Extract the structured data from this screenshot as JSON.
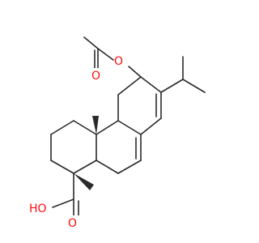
{
  "molecule": {
    "atoms": [
      {
        "id": "O_ester",
        "text": "O",
        "color": "#ff0d0d"
      },
      {
        "id": "O_acyl_carbonyl",
        "text": "O",
        "color": "#ff0d0d"
      },
      {
        "id": "O_acid_carbonyl",
        "text": "O",
        "color": "#ff0d0d"
      },
      {
        "id": "O_hydroxyl",
        "text": "HO",
        "color": "#ff0d0d"
      }
    ],
    "colors": {
      "bond": "#2a2a2a",
      "oxygen": "#ff0d0d",
      "background": "#ffffff"
    }
  }
}
